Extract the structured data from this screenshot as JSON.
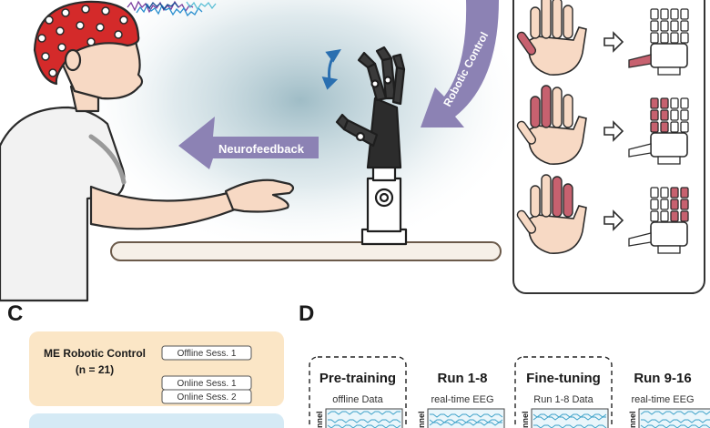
{
  "panel_c": {
    "letter": "C",
    "me_group": {
      "title": "ME Robotic Control",
      "n": "(n = 21)",
      "sessions": [
        "Offline Sess. 1",
        "Online Sess. 1",
        "Online Sess. 2"
      ]
    }
  },
  "panel_d": {
    "letter": "D",
    "stages": [
      {
        "title": "Pre-training",
        "subtitle": "offline Data"
      },
      {
        "title": "Run 1-8",
        "subtitle": "real-time EEG"
      },
      {
        "title": "Fine-tuning",
        "subtitle": "Run 1-8 Data"
      },
      {
        "title": "Run 9-16",
        "subtitle": "real-time EEG"
      }
    ],
    "axis_fragment": "nnel"
  },
  "scene": {
    "robotic_control_label": "Robotic Control",
    "neurofeedback_label": "Neurofeedback"
  },
  "colors": {
    "arrow_purple": "#8c82b4",
    "cap_red": "#d42a2a",
    "finger_highlight": "#c7616f",
    "skin": "#f7d9c4",
    "panel_c_bg": "#fbe6c6",
    "panel_c_bg2": "#d5eaf5"
  }
}
